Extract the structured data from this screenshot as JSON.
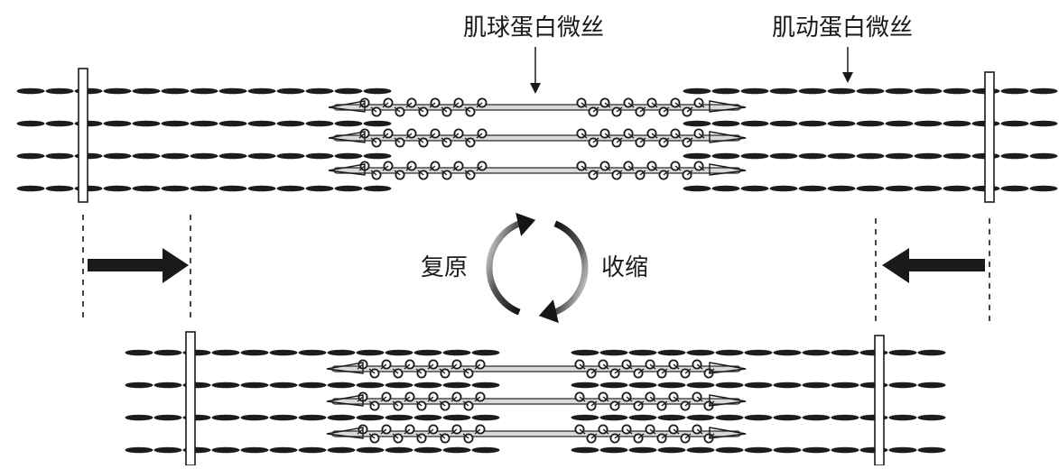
{
  "labels": {
    "myosin": "肌球蛋白微丝",
    "actin": "肌动蛋白微丝",
    "relax": "复原",
    "contract": "收缩"
  },
  "colors": {
    "filament": "#1c1c1c",
    "thick_core": "#d9d9d9",
    "zline_fill": "#ffffff",
    "arrow": "#1a1a1a",
    "cycle_dark": "#151515",
    "cycle_light": "#f2f2f2"
  },
  "states": [
    "relaxed",
    "contracted"
  ]
}
